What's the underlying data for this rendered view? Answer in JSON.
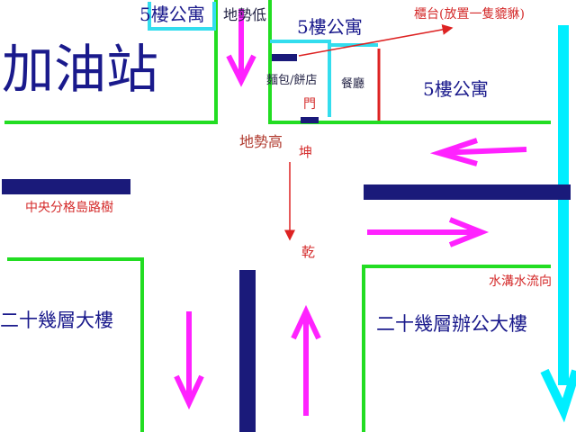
{
  "labels": {
    "gas_station": "加油站",
    "apt_top_left": "5樓公寓",
    "terrain_low": "地勢低",
    "apt_top_mid": "5樓公寓",
    "counter_note": "櫃台(放置一隻貔貅)",
    "bakery": "麵包/餅店",
    "restaurant": "餐廳",
    "door": "門",
    "apt_right": "5樓公寓",
    "terrain_high": "地勢高",
    "kun": "坤",
    "qian": "乾",
    "median_trees": "中央分格島路樹",
    "ditch_flow": "水溝水流向",
    "tower_left": "二十幾層大樓",
    "tower_right": "二十幾層辦公大樓"
  },
  "colors": {
    "road_edge": "#22dd22",
    "building_edge": "#33ddee",
    "traffic_arrow": "#ff22ff",
    "median": "#1a1a7a",
    "annotation": "#dd2222",
    "ditch": "#00eeff",
    "label_blue": "#1a1a8c"
  }
}
